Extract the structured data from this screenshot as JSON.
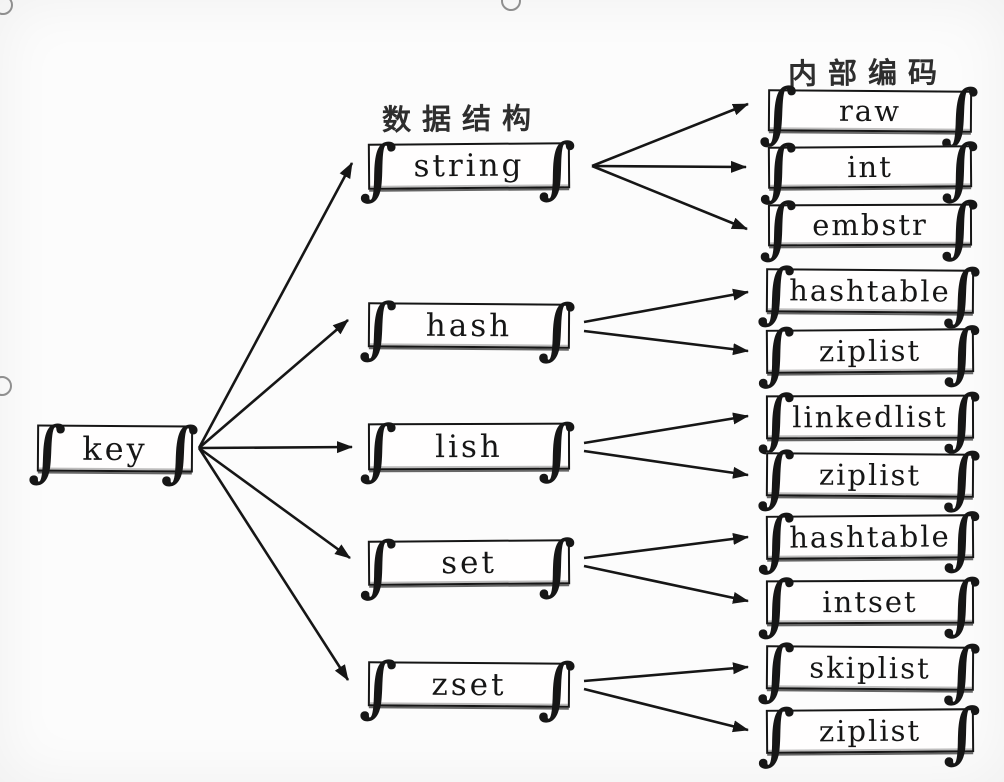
{
  "diagram": {
    "description": "Redis key data-structure to internal-encoding mapping",
    "root": {
      "label": "key"
    },
    "column_titles": {
      "structures": "数据结构",
      "encodings": "内部编码"
    },
    "structures": [
      {
        "label": "string"
      },
      {
        "label": "hash"
      },
      {
        "label": "lish"
      },
      {
        "label": "set"
      },
      {
        "label": "zset"
      }
    ],
    "encodings": [
      {
        "label": "raw",
        "parent": "string"
      },
      {
        "label": "int",
        "parent": "string"
      },
      {
        "label": "embstr",
        "parent": "string"
      },
      {
        "label": "hashtable",
        "parent": "hash"
      },
      {
        "label": "ziplist",
        "parent": "hash"
      },
      {
        "label": "linkedlist",
        "parent": "lish"
      },
      {
        "label": "ziplist",
        "parent": "lish"
      },
      {
        "label": "hashtable",
        "parent": "set"
      },
      {
        "label": "intset",
        "parent": "set"
      },
      {
        "label": "skiplist",
        "parent": "zset"
      },
      {
        "label": "ziplist",
        "parent": "zset"
      }
    ],
    "colors": {
      "ink": "#161616",
      "background": "#fcfcfc",
      "muted_circle": "#8f8f8f"
    }
  }
}
